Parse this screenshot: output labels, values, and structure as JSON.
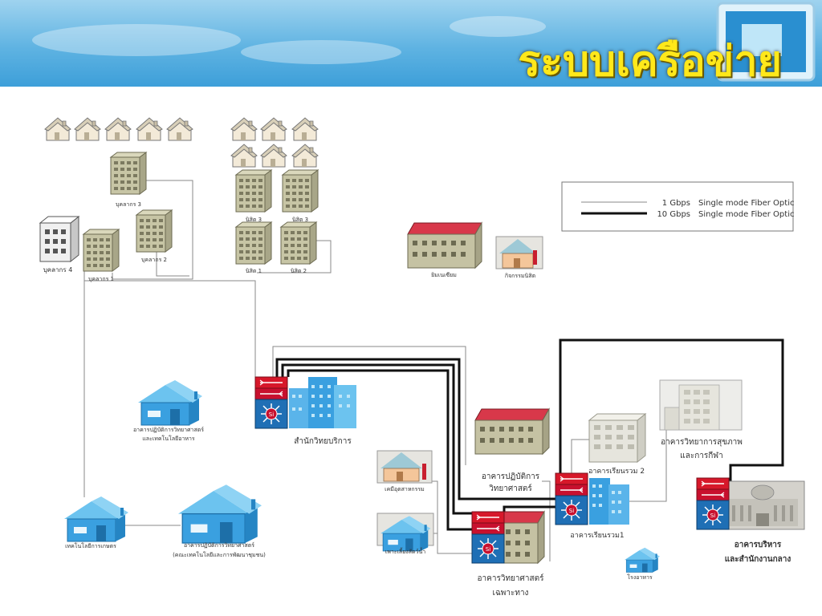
{
  "title": "ระบบเครือข่าย",
  "legend": {
    "line1_label": "1 Gbps",
    "line1_desc": "Single mode Fiber Optic",
    "line2_label": "10 Gbps",
    "line2_desc": "Single mode Fiber Optic"
  },
  "colors": {
    "banner": "#5fb3e2",
    "title": "#ffe81a",
    "thin_line": "#8a8a8a",
    "thick_line": "#111111",
    "switch_red": "#c8102e",
    "switch_blue": "#1f6fb5",
    "building_blue": "#3aa0e0"
  },
  "labels": {
    "staff4": "บุคลากร 4",
    "staff1": "บุคลากร 1",
    "staff2": "บุคลากร 2",
    "staff3": "บุคลากร 3",
    "dorm1": "นิสิต 1",
    "dorm2": "นิสิต 2",
    "dorm3a": "นิสิต 3",
    "dorm3b": "นิสิต 3",
    "gym": "ยิมเนเซียม",
    "student_activity": "กิจกรรมนิสิต",
    "sci_food_l1": "อาคารปฏิบัติการวิทยาศาสตร์",
    "sci_food_l2": "และเทคโนโลยีอาหาร",
    "office_services": "สำนักวิทยบริการ",
    "lab_building_l1": "อาคารปฏิบัติการ",
    "lab_building_l2": "วิทยาศาสตร์",
    "chem_eng": "เคมีอุตสาหกรรม",
    "aquaculture": "เพาะเลี้ยงสัตว์น้ำ",
    "special_sci_l1": "อาคารวิทยาศาสตร์",
    "special_sci_l2": "เฉพาะทาง",
    "lecture2": "อาคารเรียนรวม 2",
    "lecture1": "อาคารเรียนรวม1",
    "health_sci_l1": "อาคารวิทยาการสุขภาพ",
    "health_sci_l2": "และการกีฬา",
    "admin_l1": "อาคารบริหาร",
    "admin_l2": "และสำนักงานกลาง",
    "canteen": "โรงอาหาร",
    "agri_tech": "เทคโนโลยีการเกษตร",
    "agri_lab_l1": "อาคารปฏิบัติการวิทยาศาสตร์",
    "agri_lab_l2": "(คณะเทคโนโลยีและการพัฒนาชุมชน)"
  }
}
